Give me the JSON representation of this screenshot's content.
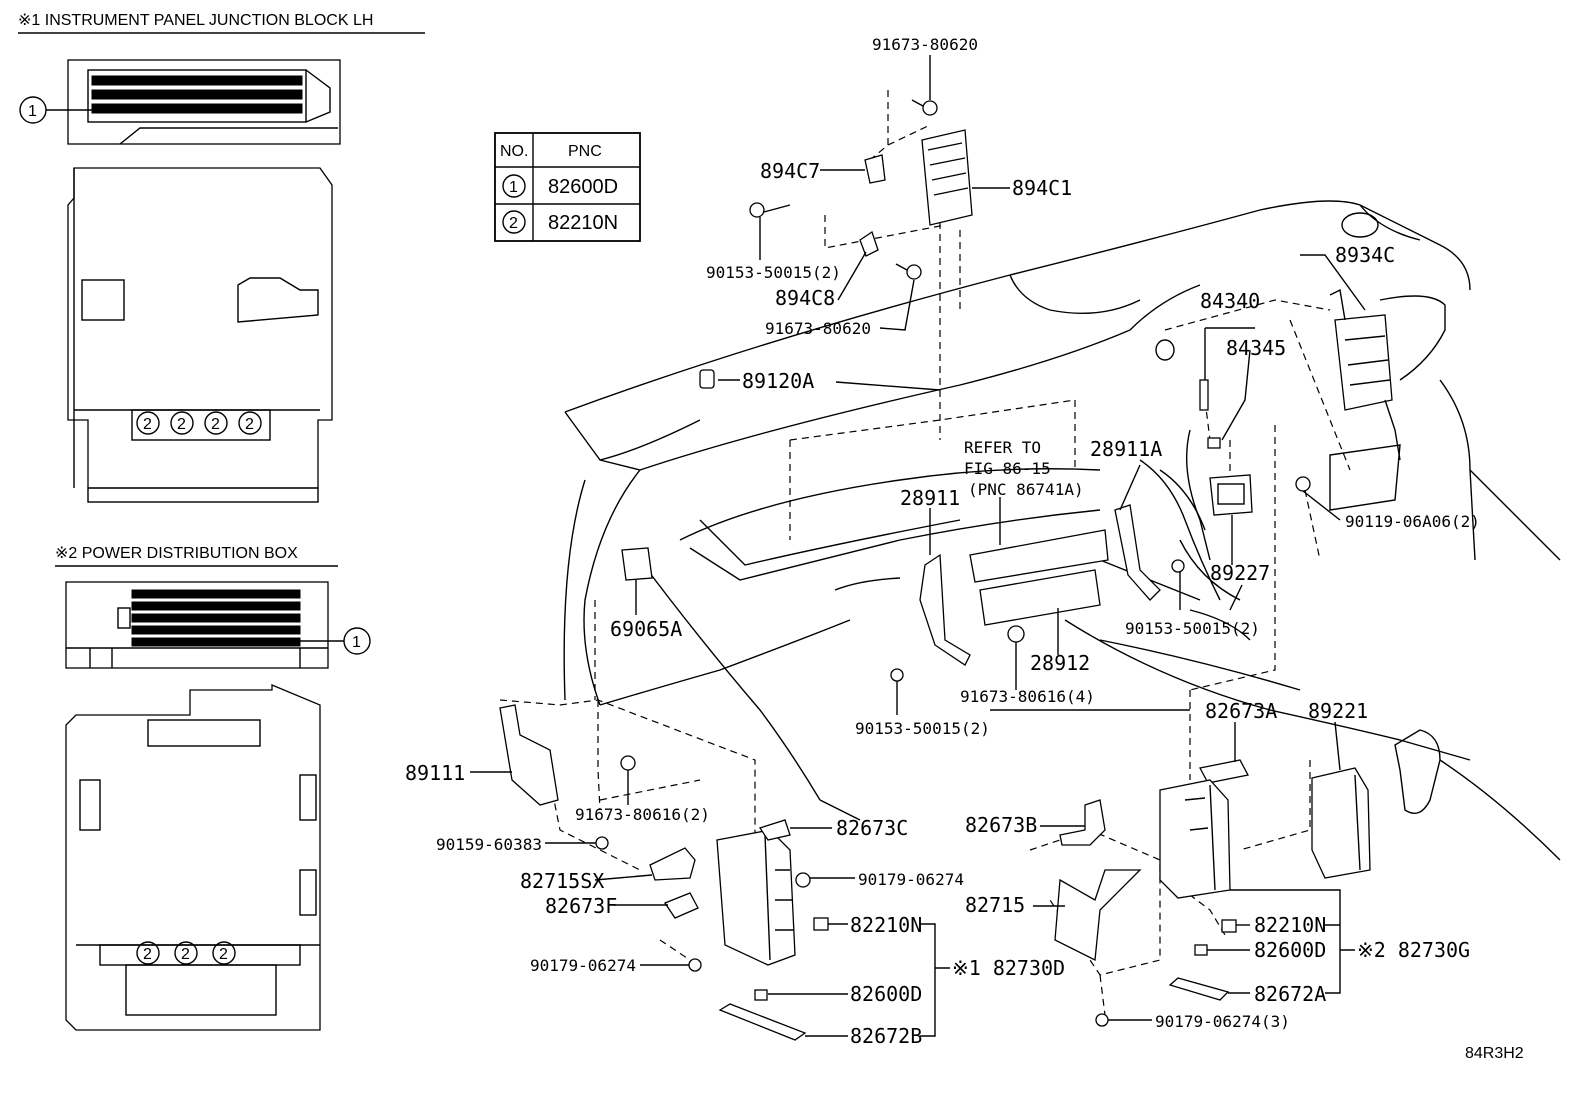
{
  "insets": {
    "jb_lh": {
      "title": "※1 INSTRUMENT PANEL JUNCTION BLOCK LH",
      "callout_1": "1",
      "callout_2": "2"
    },
    "pdb": {
      "title": "※2  POWER DISTRIBUTION BOX",
      "callout_1": "1",
      "callout_2": "2"
    }
  },
  "legend_table": {
    "headers": [
      "NO.",
      "PNC"
    ],
    "rows": [
      {
        "no": "1",
        "pnc": "82600D"
      },
      {
        "no": "2",
        "pnc": "82210N"
      }
    ]
  },
  "labels": {
    "p91673_80620_top": "91673-80620",
    "p894C7": "894C7",
    "p894C1": "894C1",
    "p90153_50015_a": "90153-50015(2)",
    "p894C8": "894C8",
    "p91673_80620_b": "91673-80620",
    "p89120A": "89120A",
    "p8934C": "8934C",
    "p84340": "84340",
    "p84345": "84345",
    "refer_1": "REFER TO",
    "refer_2": "FIG 86-15",
    "refer_3": "(PNC 86741A)",
    "p28911A": "28911A",
    "p28911": "28911",
    "p90119": "90119-06A06(2)",
    "p89227": "89227",
    "p69065A": "69065A",
    "p90153_50015_b": "90153-50015(2)",
    "p28912": "28912",
    "p91673_80616_4": "91673-80616(4)",
    "p90153_50015_c": "90153-50015(2)",
    "p82673A": "82673A",
    "p89221": "89221",
    "p89111": "89111",
    "p91673_80616_2": "91673-80616(2)",
    "p82673C": "82673C",
    "p82673B": "82673B",
    "p90159": "90159-60383",
    "p90179_a": "90179-06274",
    "p82715SX": "82715SX",
    "p82673F": "82673F",
    "p82715": "82715",
    "p82210N_a": "82210N",
    "p82210N_b": "82210N",
    "p82730G": "※2 82730G",
    "p82600D_b": "82600D",
    "p90179_b": "90179-06274",
    "p82730D": "※1 82730D",
    "p82600D_a": "82600D",
    "p82672A": "82672A",
    "p90179_3": "90179-06274(3)",
    "p82672B": "82672B"
  },
  "figure_code": "84R3H2"
}
